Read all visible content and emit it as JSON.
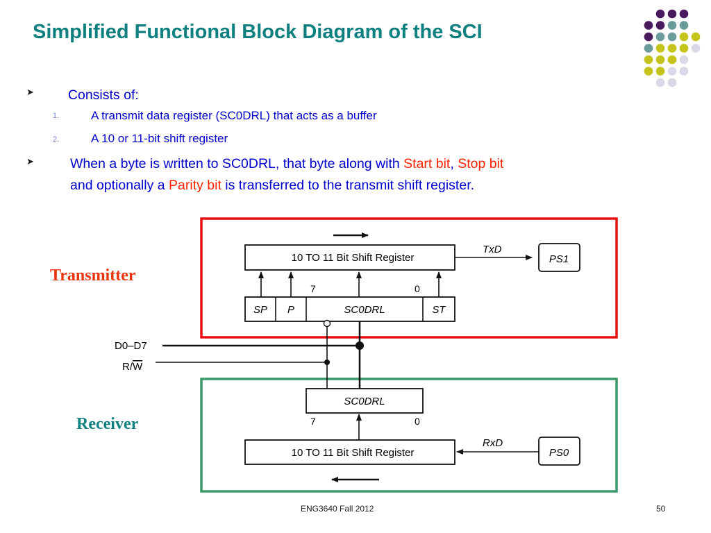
{
  "slide": {
    "title": "Simplified Functional Block Diagram of the SCI",
    "accent_title_color": "#0f8080",
    "bullet_color": "#0000cc",
    "emphasis_color": "#ff2200"
  },
  "bullets": [
    {
      "text": "Consists of:",
      "items": [
        {
          "number": "1.",
          "text": "A transmit data register (SC0DRL) that acts as a buffer"
        },
        {
          "number": "2.",
          "text": "A 10 or 11-bit shift register"
        }
      ]
    },
    {
      "parts": [
        "When a byte is written to SC0DRL, that byte along with ",
        "Start bit",
        ", ",
        "Stop bit",
        "and optionally a ",
        "Parity bit",
        " is transferred to the transmit shift register."
      ]
    }
  ],
  "diagram": {
    "transmitter_label": "Transmitter",
    "receiver_label": "Receiver",
    "transmitter_box_color": "#e81010",
    "receiver_box_color": "#3a9a6a",
    "tx_shift_register": "10 TO 11 Bit Shift Register",
    "tx_output_signal": "TxD",
    "tx_output_pin": "PS1",
    "tx_bit_high": "7",
    "tx_bit_low": "0",
    "tx_fields": [
      "SP",
      "P",
      "SC0DRL",
      "ST"
    ],
    "bus_data": "D0–D7",
    "bus_rw_prefix": "R/",
    "bus_rw_bar": "W",
    "rx_register": "SC0DRL",
    "rx_bit_high": "7",
    "rx_bit_low": "0",
    "rx_shift_register": "10 TO 11 Bit Shift Register",
    "rx_input_signal": "RxD",
    "rx_input_pin": "PS0"
  },
  "footer": {
    "course": "ENG3640 Fall 2012",
    "page_number": "50"
  }
}
